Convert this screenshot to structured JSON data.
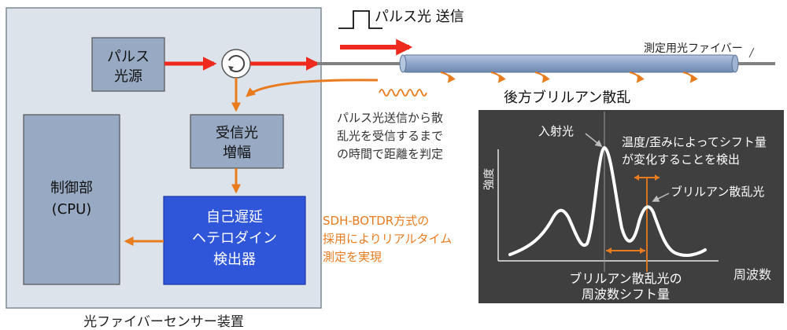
{
  "device": {
    "caption": "光ファイバーセンサー装置",
    "blocks": {
      "pulse_source": [
        "パルス",
        "光源"
      ],
      "receiver_amp": [
        "受信光",
        "増幅"
      ],
      "controller": [
        "制御部",
        "(CPU)"
      ],
      "detector": [
        "自己遅延",
        "ヘテロダイン",
        "検出器"
      ]
    }
  },
  "fiber": {
    "pulse_label": "パルス光 送信",
    "fiber_label": "測定用光ファイバー",
    "backscatter_label": "後方ブリルアン散乱",
    "note_distance": [
      "パルス光送信から散",
      "乱光を受信するまで",
      "の時間で距離を判定"
    ],
    "note_method": [
      "SDH-BOTDR方式の",
      "採用によりリアルタイム",
      "測定を実現"
    ]
  },
  "spectrum_panel": {
    "ylabel": "強度",
    "xlabel": "周波数",
    "incident_label": "入射光",
    "brillouin_label": "ブリルアン散乱光",
    "shift_note": [
      "温度/歪みによってシフト量",
      "が変化することを検出"
    ],
    "shift_caption": [
      "ブリルアン散乱光の",
      "周波数シフト量"
    ]
  },
  "colors": {
    "device_bg": "#dde3ea",
    "block_fill": "#97a9c3",
    "detector_fill": "#2f56d8",
    "red_arrow": "#ee2a1e",
    "orange_arrow": "#e87b1e",
    "panel_bg": "#3f3f3f",
    "fiber": "#8ea5c9"
  }
}
